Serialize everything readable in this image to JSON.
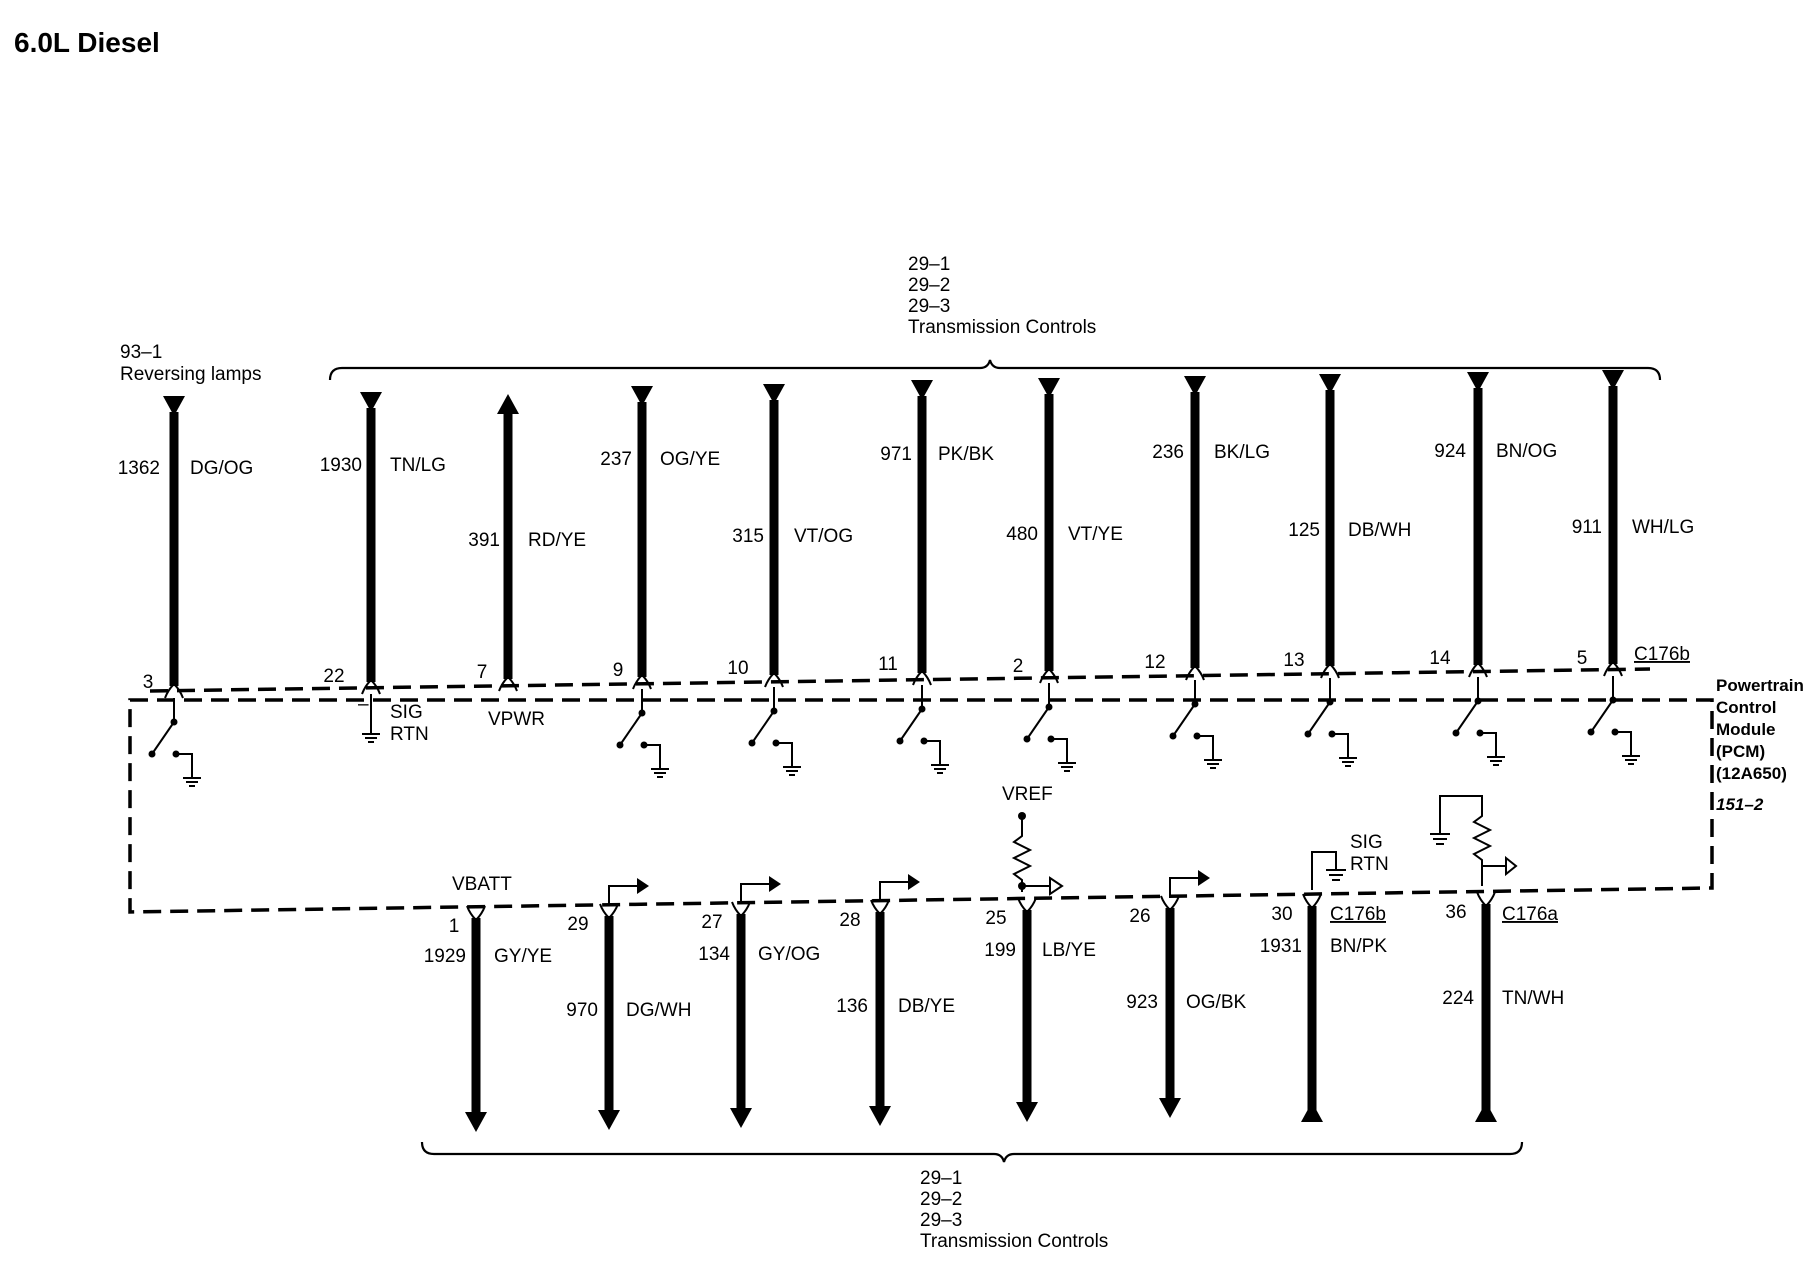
{
  "title": "6.0L Diesel",
  "reversing_ref": {
    "line1": "93–1",
    "line2": "Reversing lamps"
  },
  "top_group": {
    "lines": [
      "29–1",
      "29–2",
      "29–3",
      "Transmission Controls"
    ]
  },
  "bottom_group": {
    "lines": [
      "29–1",
      "29–2",
      "29–3",
      "Transmission Controls"
    ]
  },
  "module": {
    "lines": [
      "Powertrain",
      "Control",
      "Module",
      "(PCM)",
      "(12A650)"
    ],
    "page_ref": "151–2"
  },
  "top_connector": "C176b",
  "bottom_connectors": [
    "C176b",
    "C176a"
  ],
  "internal_labels": {
    "sig_rtn_top": [
      "SIG",
      "RTN"
    ],
    "sig_rtn_bottom": [
      "SIG",
      "RTN"
    ],
    "vpwr": "VPWR",
    "vref": "VREF",
    "vbatt": "VBATT",
    "minus": "–"
  },
  "top_wires": [
    {
      "pin": "3",
      "circuit": "1362",
      "color": "DG/OG",
      "arrow": "down"
    },
    {
      "pin": "22",
      "circuit": "1930",
      "color": "TN/LG",
      "arrow": "down"
    },
    {
      "pin": "7",
      "circuit": "391",
      "color": "RD/YE",
      "arrow": "up"
    },
    {
      "pin": "9",
      "circuit": "237",
      "color": "OG/YE",
      "arrow": "down"
    },
    {
      "pin": "10",
      "circuit": "315",
      "color": "VT/OG",
      "arrow": "down"
    },
    {
      "pin": "11",
      "circuit": "971",
      "color": "PK/BK",
      "arrow": "down"
    },
    {
      "pin": "2",
      "circuit": "480",
      "color": "VT/YE",
      "arrow": "down"
    },
    {
      "pin": "12",
      "circuit": "236",
      "color": "BK/LG",
      "arrow": "down"
    },
    {
      "pin": "13",
      "circuit": "125",
      "color": "DB/WH",
      "arrow": "down"
    },
    {
      "pin": "14",
      "circuit": "924",
      "color": "BN/OG",
      "arrow": "down"
    },
    {
      "pin": "5",
      "circuit": "911",
      "color": "WH/LG",
      "arrow": "down"
    }
  ],
  "bottom_wires": [
    {
      "pin": "1",
      "circuit": "1929",
      "color": "GY/YE",
      "arrow": "down"
    },
    {
      "pin": "29",
      "circuit": "970",
      "color": "DG/WH",
      "arrow": "down"
    },
    {
      "pin": "27",
      "circuit": "134",
      "color": "GY/OG",
      "arrow": "down"
    },
    {
      "pin": "28",
      "circuit": "136",
      "color": "DB/YE",
      "arrow": "down"
    },
    {
      "pin": "25",
      "circuit": "199",
      "color": "LB/YE",
      "arrow": "down"
    },
    {
      "pin": "26",
      "circuit": "923",
      "color": "OG/BK",
      "arrow": "down"
    },
    {
      "pin": "30",
      "circuit": "1931",
      "color": "BN/PK",
      "arrow": "up"
    },
    {
      "pin": "36",
      "circuit": "224",
      "color": "TN/WH",
      "arrow": "up"
    }
  ]
}
